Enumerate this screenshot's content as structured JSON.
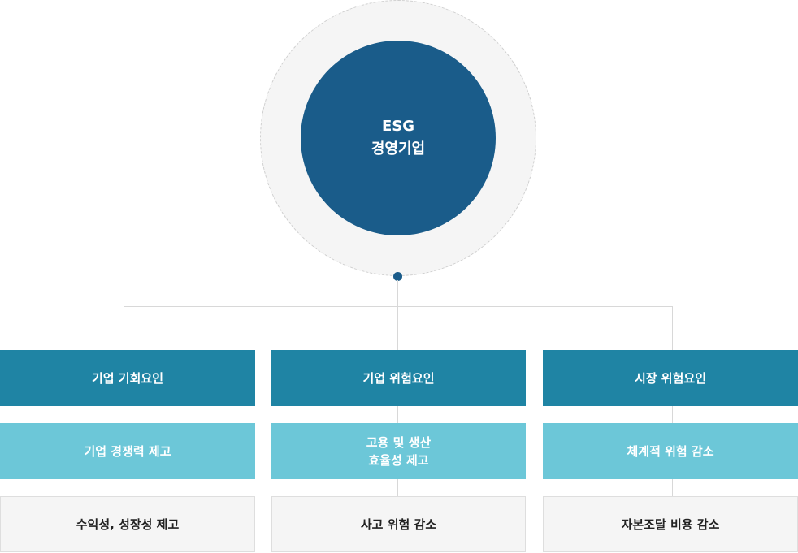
{
  "center": {
    "line1": "ESG",
    "line2": "경영기업"
  },
  "columns": [
    {
      "factor": "기업 기회요인",
      "effect": "기업 경쟁력 제고",
      "result": "수익성, 성장성 제고"
    },
    {
      "factor": "기업 위험요인",
      "effect": "고용 및 생산\n효율성 제고",
      "result": "사고 위험 감소"
    },
    {
      "factor": "시장 위험요인",
      "effect": "체계적 위험 감소",
      "result": "자본조달 비용 감소"
    }
  ],
  "colors": {
    "core": "#1a5c8a",
    "factor": "#1f84a4",
    "effect": "#6cc7d8",
    "result": "#f5f5f5",
    "connector": "#d8d8d8"
  }
}
